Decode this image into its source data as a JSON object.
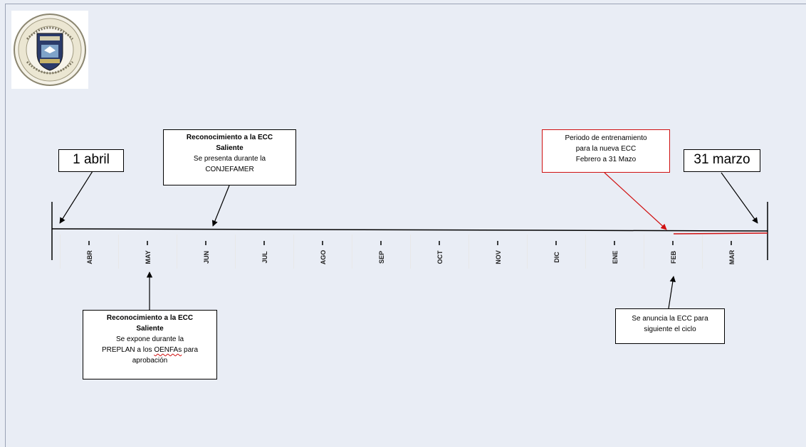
{
  "timeline": {
    "start_label": "1 abril",
    "end_label": "31 marzo",
    "months": [
      "ABR",
      "MAY",
      "JUN",
      "JUL",
      "AGO",
      "SEP",
      "OCT",
      "NOV",
      "DIC",
      "ENE",
      "FEB",
      "MAR"
    ]
  },
  "callouts": {
    "top_jun": {
      "title_1": "Reconocimiento a la ECC",
      "title_2": "Saliente",
      "line_1": "Se presenta durante la",
      "line_2": "CONJEFAMER"
    },
    "bottom_may": {
      "title_1": "Reconocimiento a la ECC",
      "title_2": "Saliente",
      "line_1": "Se expone durante la",
      "line_2_a": "PREPLAN a los ",
      "line_2_b": "OENFAs",
      "line_2_c": " para",
      "line_3": "aprobación"
    },
    "top_feb": {
      "line_1": "Periodo de entrenamiento",
      "line_2": "para la nueva ECC",
      "line_3": "Febrero a 31 Mazo"
    },
    "bottom_feb": {
      "line_1": "Se anuncia la ECC para",
      "line_2": "siguiente el ciclo"
    }
  },
  "colors": {
    "background": "#e9edf5",
    "line": "#000000",
    "highlight": "#d01010"
  },
  "icons": {
    "logo": "institutional-seal-icon"
  }
}
